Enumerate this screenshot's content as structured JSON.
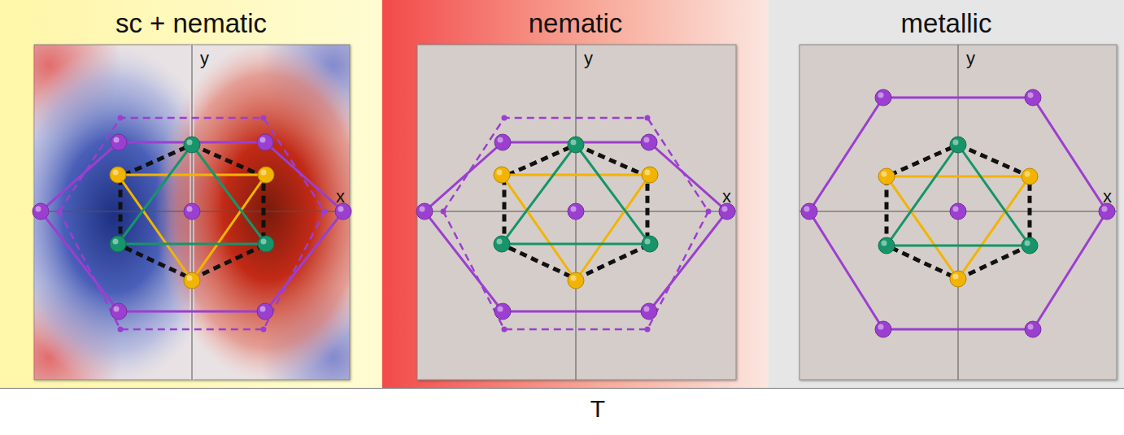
{
  "diagram": {
    "nodes": [
      {
        "text": [
          "sc + nematic"
        ]
      },
      {
        "text": [
          "nematic"
        ]
      },
      {
        "text": [
          "metallic"
        ]
      }
    ],
    "labels": [
      "y",
      "x",
      "y",
      "x",
      "y",
      "x",
      "T"
    ]
  }
}
